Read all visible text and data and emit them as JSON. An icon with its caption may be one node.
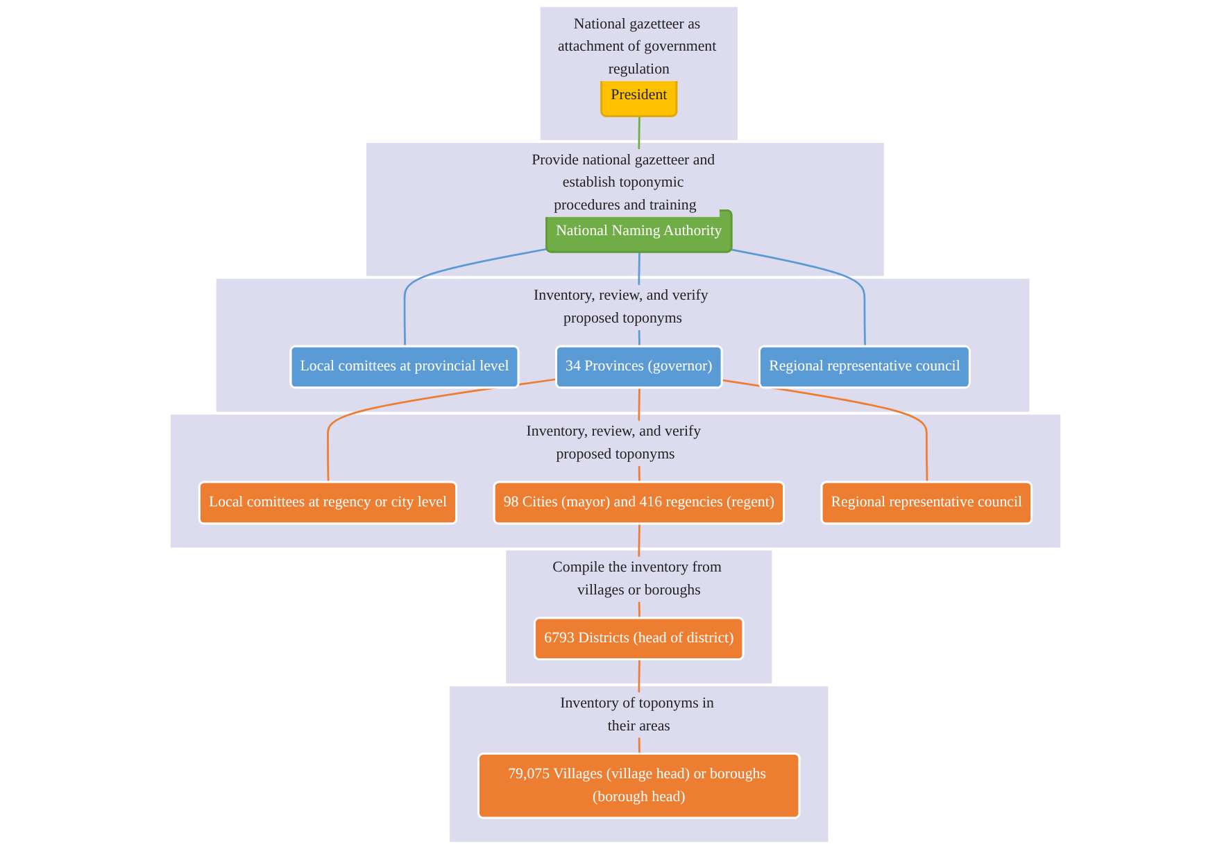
{
  "diagram": {
    "nodes": [
      {
        "text": [
          "National gazetteer as attachment of government regulation"
        ]
      },
      {
        "text": [
          "President"
        ],
        "in": 0
      },
      {
        "text": [
          "Provide national gazetteer and establish toponymic procedures and training"
        ]
      },
      {
        "text": [
          "National Naming Authority"
        ],
        "in": 2
      },
      {
        "text": [
          "Inventory, review, and verify proposed toponyms"
        ]
      },
      {
        "text": [
          "Local comittees at provincial level"
        ],
        "in": 4
      },
      {
        "text": [
          "34 Provinces (governor)"
        ],
        "in": 4
      },
      {
        "text": [
          "Regional representative council"
        ],
        "in": 4
      },
      {
        "text": [
          "Inventory, review, and verify proposed toponyms"
        ]
      },
      {
        "text": [
          "Local comittees at regency or city level"
        ],
        "in": 8
      },
      {
        "text": [
          "98 Cities (mayor) and 416 regencies (regent)"
        ],
        "in": 8
      },
      {
        "text": [
          "Regional representative council"
        ],
        "in": 8
      },
      {
        "text": [
          "Compile the inventory from villages or boroughs"
        ]
      },
      {
        "text": [
          "6793 Districts (head of district)"
        ],
        "in": 12
      },
      {
        "text": [
          "Inventory of toponyms in their areas"
        ]
      },
      {
        "text": [
          "79,075 Villages (village head) or boroughs (borough head)"
        ],
        "in": 14
      }
    ],
    "edges": [
      {
        "from": 1,
        "to": 3,
        "arrow": "none",
        "color": "#70ad47"
      },
      {
        "from": 3,
        "to": 5,
        "arrow": "none",
        "color": "#5b9bd5"
      },
      {
        "from": 3,
        "to": 6,
        "arrow": "none",
        "color": "#5b9bd5"
      },
      {
        "from": 3,
        "to": 7,
        "arrow": "none",
        "color": "#5b9bd5"
      },
      {
        "from": 6,
        "to": 9,
        "arrow": "none"
      },
      {
        "from": 6,
        "to": 10,
        "arrow": "none"
      },
      {
        "from": 6,
        "to": 11,
        "arrow": "none"
      },
      {
        "from": 10,
        "to": 13,
        "arrow": "none"
      },
      {
        "from": 13,
        "to": 15,
        "arrow": "none"
      }
    ]
  }
}
